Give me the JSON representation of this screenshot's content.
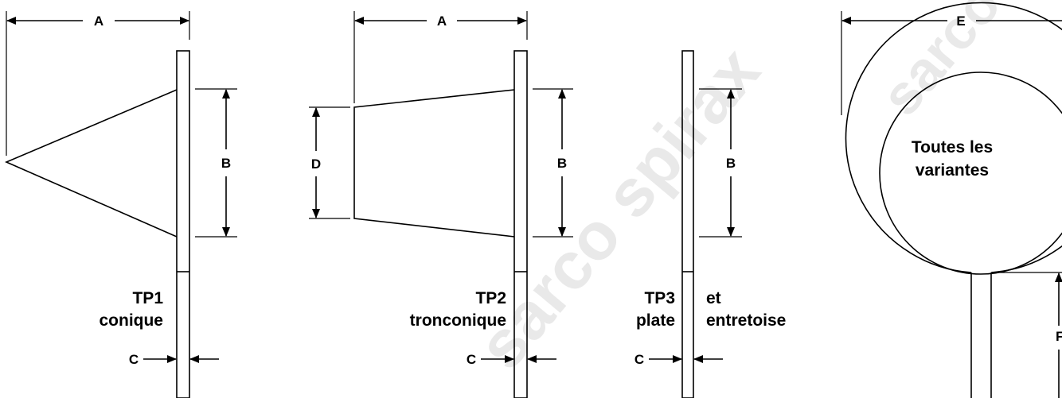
{
  "watermark": {
    "text_main": "sarco spirax",
    "text_side": "sarco",
    "color": "#e9e9e9"
  },
  "dimensions": {
    "a": "A",
    "b": "B",
    "c": "C",
    "d": "D",
    "e": "E",
    "f": "F"
  },
  "captions": {
    "tp1_line1": "TP1",
    "tp1_line2": "conique",
    "tp2_line1": "TP2",
    "tp2_line2": "tronconique",
    "tp3_line1": "TP3",
    "tp3_line2": "plate",
    "spacer_line1": "et",
    "spacer_line2": "entretoise",
    "ring_line1": "Toutes les",
    "ring_line2": "variantes"
  }
}
